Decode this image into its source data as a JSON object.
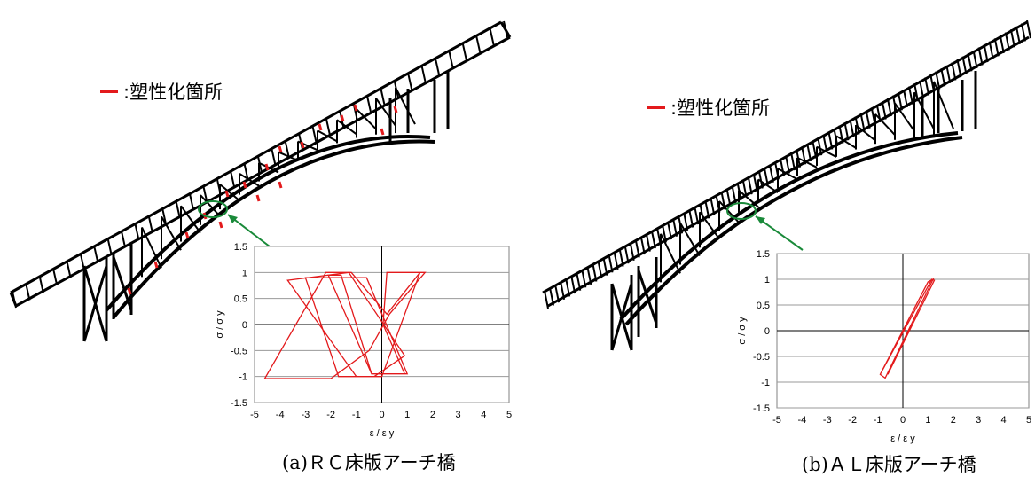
{
  "legend": {
    "label": ":塑性化箇所",
    "color": "#e31a1c"
  },
  "captions": {
    "left": "(a)ＲＣ床版アーチ橋",
    "right": "(b)ＡＬ床版アーチ橋"
  },
  "colors": {
    "structure": "#000000",
    "plastic": "#e31a1c",
    "callout": "#1a8a3a",
    "grid": "#9a9a9a"
  },
  "chart_data": [
    {
      "type": "line",
      "title": "",
      "xlabel": "ε / ε y",
      "ylabel": "σ / σ y",
      "xlim": [
        -5,
        5
      ],
      "ylim": [
        -1.5,
        1.5
      ],
      "x_ticks": [
        "-5",
        "-4",
        "-3",
        "-2",
        "-1",
        "0",
        "1",
        "2",
        "3",
        "4",
        "5"
      ],
      "y_ticks": [
        "1.5",
        "1",
        "0.5",
        "0",
        "-0.5",
        "-1",
        "-1.5"
      ],
      "grid": "horizontal",
      "series": [
        {
          "name": "",
          "color": "#e31a1c",
          "x": [
            0.05,
            0.2,
            1.7,
            0.3,
            -0.5,
            -2.0,
            -4.6,
            -2.2,
            -1.2,
            0.2,
            1.5,
            0.0,
            -1.0,
            -3.7,
            -1.3,
            0.9,
            -0.3,
            -1.7,
            -3.0,
            -0.6,
            1.0,
            -0.4,
            -1.6,
            -2.1,
            -0.4,
            0.9,
            0.05
          ],
          "y": [
            0.0,
            1.0,
            1.0,
            0.2,
            -0.5,
            -1.04,
            -1.04,
            1.0,
            1.0,
            0.2,
            1.0,
            -1.0,
            -1.0,
            0.85,
            1.0,
            -0.6,
            -1.0,
            -1.0,
            0.9,
            0.9,
            -0.95,
            -0.95,
            0.95,
            0.95,
            -0.95,
            -0.95,
            0.0
          ]
        }
      ]
    },
    {
      "type": "line",
      "title": "",
      "xlabel": "ε / ε y",
      "ylabel": "σ / σ y",
      "xlim": [
        -5,
        5
      ],
      "ylim": [
        -1.5,
        1.5
      ],
      "x_ticks": [
        "-5",
        "-4",
        "-3",
        "-2",
        "-1",
        "0",
        "1",
        "2",
        "3",
        "4",
        "5"
      ],
      "y_ticks": [
        "1.5",
        "1",
        "0.5",
        "0",
        "-0.5",
        "-1",
        "-1.5"
      ],
      "grid": "horizontal",
      "series": [
        {
          "name": "",
          "color": "#e31a1c",
          "x": [
            -0.9,
            1.0,
            1.2,
            -0.7,
            -0.9,
            1.15,
            1.25,
            -0.6
          ],
          "y": [
            -0.85,
            0.95,
            1.0,
            -0.92,
            -0.85,
            1.0,
            0.98,
            -0.85
          ]
        }
      ]
    }
  ]
}
